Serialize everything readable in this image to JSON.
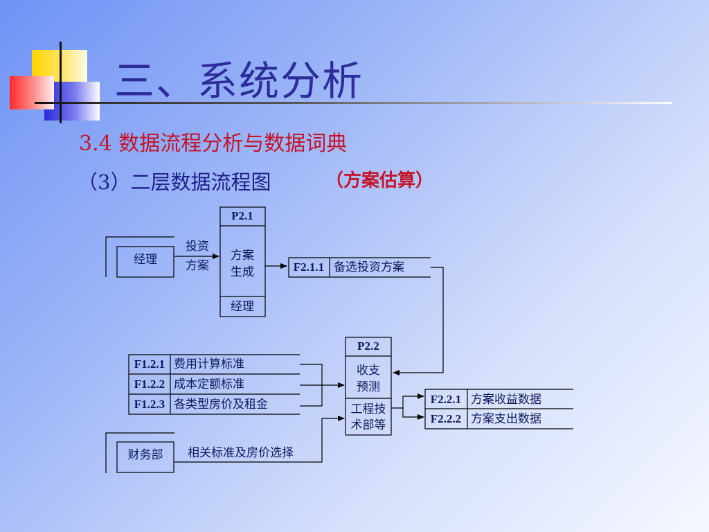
{
  "slide": {
    "title": "三、系统分析",
    "subtitle": "3.4 数据流程分析与数据词典",
    "heading": "（3）二层数据流程图",
    "heading_note": "（方案估算）"
  },
  "diagram": {
    "external_entities": [
      {
        "label": "经理"
      },
      {
        "label": "财务部"
      }
    ],
    "processes": [
      {
        "id": "P2.1",
        "name_line1": "方案",
        "name_line2": "生成",
        "actor": "经理"
      },
      {
        "id": "P2.2",
        "name_line1": "收支",
        "name_line2": "预测",
        "actor_line1": "工程技",
        "actor_line2": "术部等"
      }
    ],
    "data_stores": [
      {
        "id": "F2.1.1",
        "name": "备选投资方案"
      },
      {
        "id": "F1.2.1",
        "name": "费用计算标准"
      },
      {
        "id": "F1.2.2",
        "name": "成本定额标准"
      },
      {
        "id": "F1.2.3",
        "name": "各类型房价及租金"
      },
      {
        "id": "F2.2.1",
        "name": "方案收益数据"
      },
      {
        "id": "F2.2.2",
        "name": "方案支出数据"
      }
    ],
    "flow_labels": [
      {
        "line1": "投资",
        "line2": "方案"
      },
      {
        "text": "相关标准及房价选择"
      }
    ]
  }
}
